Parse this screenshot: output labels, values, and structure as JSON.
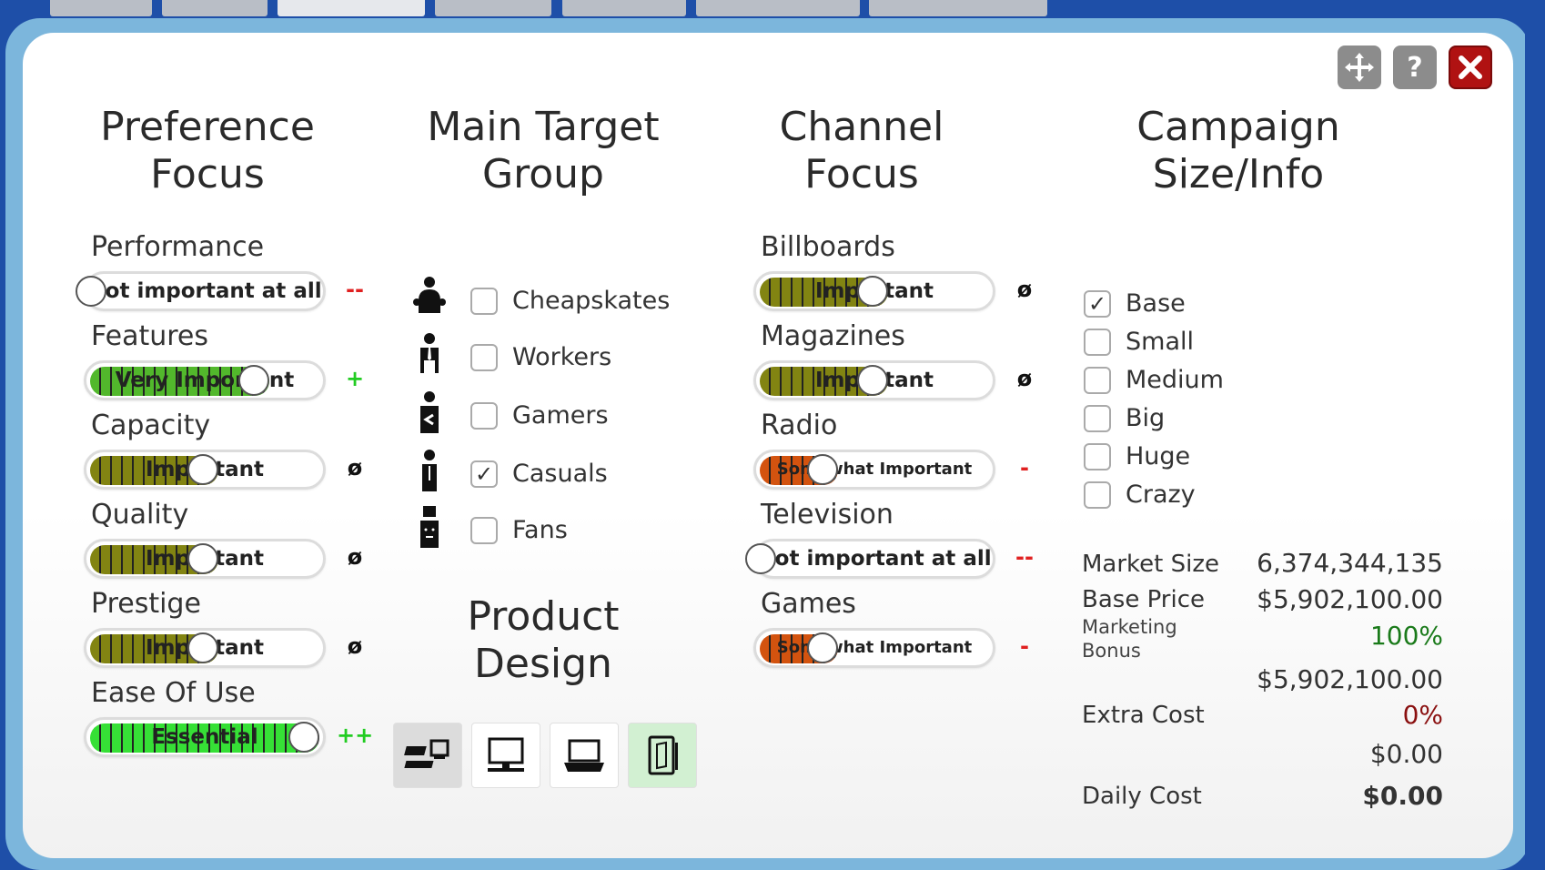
{
  "window": {
    "move_icon": "move-icon",
    "help_label": "?",
    "close_icon": "close-icon"
  },
  "titles": {
    "preference_1": "Preference",
    "preference_2": "Focus",
    "target_1": "Main Target",
    "target_2": "Group",
    "channel_1": "Channel",
    "channel_2": "Focus",
    "campaign_1": "Campaign",
    "campaign_2": "Size/Info",
    "product_1": "Product",
    "product_2": "Design"
  },
  "preferences": [
    {
      "label": "Performance",
      "value": "Not important at all",
      "level": 0.0,
      "mark": "--",
      "mark_color": "#e02020",
      "fill": "none"
    },
    {
      "label": "Features",
      "value": "Very Important",
      "level": 0.75,
      "mark": "+",
      "mark_color": "#22cc22",
      "fill": "green"
    },
    {
      "label": "Capacity",
      "value": "Important",
      "level": 0.5,
      "mark": "ø",
      "mark_color": "#111111",
      "fill": "olive"
    },
    {
      "label": "Quality",
      "value": "Important",
      "level": 0.5,
      "mark": "ø",
      "mark_color": "#111111",
      "fill": "olive"
    },
    {
      "label": "Prestige",
      "value": "Important",
      "level": 0.5,
      "mark": "ø",
      "mark_color": "#111111",
      "fill": "olive"
    },
    {
      "label": "Ease Of Use",
      "value": "Essential",
      "level": 1.0,
      "mark": "++",
      "mark_color": "#22cc22",
      "fill": "lime"
    }
  ],
  "target_groups": [
    {
      "label": "Cheapskates",
      "checked": false,
      "icon": "cheapskate-icon"
    },
    {
      "label": "Workers",
      "checked": false,
      "icon": "worker-icon"
    },
    {
      "label": "Gamers",
      "checked": false,
      "icon": "gamer-icon"
    },
    {
      "label": "Casuals",
      "checked": true,
      "icon": "casual-icon"
    },
    {
      "label": "Fans",
      "checked": false,
      "icon": "fan-icon"
    }
  ],
  "channels": [
    {
      "label": "Billboards",
      "value": "Important",
      "level": 0.5,
      "mark": "ø",
      "mark_color": "#111111",
      "fill": "olive"
    },
    {
      "label": "Magazines",
      "value": "Important",
      "level": 0.5,
      "mark": "ø",
      "mark_color": "#111111",
      "fill": "olive"
    },
    {
      "label": "Radio",
      "value": "Somewhat Important",
      "level": 0.25,
      "mark": "-",
      "mark_color": "#e02020",
      "fill": "orange"
    },
    {
      "label": "Television",
      "value": "Not important at all",
      "level": 0.0,
      "mark": "--",
      "mark_color": "#e02020",
      "fill": "none"
    },
    {
      "label": "Games",
      "value": "Somewhat Important",
      "level": 0.25,
      "mark": "-",
      "mark_color": "#e02020",
      "fill": "orange"
    }
  ],
  "campaign_sizes": [
    {
      "label": "Base",
      "checked": true
    },
    {
      "label": "Small",
      "checked": false
    },
    {
      "label": "Medium",
      "checked": false
    },
    {
      "label": "Big",
      "checked": false
    },
    {
      "label": "Huge",
      "checked": false
    },
    {
      "label": "Crazy",
      "checked": false
    }
  ],
  "info": {
    "market_size_label": "Market Size",
    "market_size_value": "6,374,344,135",
    "base_price_label": "Base Price",
    "base_price_value": "$5,902,100.00",
    "marketing_bonus_label": "Marketing Bonus",
    "marketing_bonus_value": "100%",
    "marketing_bonus_amount": "$5,902,100.00",
    "extra_cost_label": "Extra Cost",
    "extra_cost_value": "0%",
    "extra_cost_amount": "$0.00",
    "daily_cost_label": "Daily Cost",
    "daily_cost_value": "$0.00",
    "bonus_color": "#1a7a1a",
    "extra_color": "#8a1010"
  },
  "product_design": [
    {
      "icon": "desktop-keyboard-icon",
      "selected": false
    },
    {
      "icon": "desktop-monitor-icon",
      "selected": false
    },
    {
      "icon": "laptop-icon",
      "selected": false
    },
    {
      "icon": "tablet-icon",
      "selected": true
    }
  ]
}
